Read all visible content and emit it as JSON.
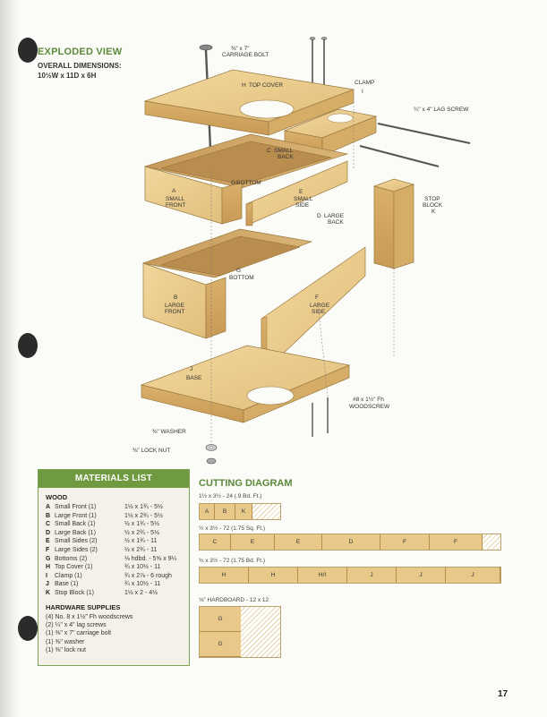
{
  "exploded_view": {
    "title": "EXPLODED VIEW",
    "overall_label": "OVERALL DIMENSIONS:",
    "overall_dims": "10½W x 11D x 6H"
  },
  "diagram_labels": {
    "carriage_bolt": "⅜\" x 7\"",
    "carriage_bolt2": "CARRIAGE BOLT",
    "top_cover": "TOP COVER",
    "top_cover_letter": "H",
    "clamp": "CLAMP",
    "clamp_letter": "I",
    "lag_screw": "¼\" x 4\" LAG SCREW",
    "small_back_letter": "C",
    "small_back": "SMALL",
    "small_back2": "BACK",
    "small_front_letter": "A",
    "small_front": "SMALL",
    "small_front2": "FRONT",
    "bottom_letter": "G",
    "bottom": "BOTTOM",
    "small_side_letter": "E",
    "small_side": "SMALL",
    "small_side2": "SIDE",
    "large_back_letter": "D",
    "large_back": "LARGE",
    "large_back2": "BACK",
    "stop_block": "STOP",
    "stop_block2": "BLOCK",
    "stop_block_letter": "K",
    "bottom2_letter": "G",
    "bottom2": "BOTTOM",
    "large_front_letter": "B",
    "large_front": "LARGE",
    "large_front2": "FRONT",
    "large_side_letter": "F",
    "large_side": "LARGE",
    "large_side2": "SIDE",
    "base_letter": "J",
    "base": "BASE",
    "woodscrew": "#8 x 1½\" Fh",
    "woodscrew2": "WOODSCREW",
    "washer": "⅜\" WASHER",
    "lock_nut": "⅜\" LOCK NUT"
  },
  "materials": {
    "title": "MATERIALS LIST",
    "wood_heading": "WOOD",
    "items": [
      {
        "key": "A",
        "name": "Small Front (1)",
        "dims": "1½ x 1¾ - 5½"
      },
      {
        "key": "B",
        "name": "Large Front (1)",
        "dims": "1½ x 2¾ - 5½"
      },
      {
        "key": "C",
        "name": "Small Back (1)",
        "dims": "½ x 1¾ - 5½"
      },
      {
        "key": "D",
        "name": "Large Back (1)",
        "dims": "½ x 2¾ - 5½"
      },
      {
        "key": "E",
        "name": "Small Sides (2)",
        "dims": "½ x 1¾ - 11"
      },
      {
        "key": "F",
        "name": "Large Sides (2)",
        "dims": "½ x 2¾ - 11"
      },
      {
        "key": "G",
        "name": "Bottoms (2)",
        "dims": "⅛ hdbd. - 5⅝ x 9¼"
      },
      {
        "key": "H",
        "name": "Top Cover (1)",
        "dims": "¾ x 10½ - 11"
      },
      {
        "key": "I",
        "name": "Clamp (1)",
        "dims": "¾ x 2⅞ - 6 rough"
      },
      {
        "key": "J",
        "name": "Base (1)",
        "dims": "¾ x 10½ - 11"
      },
      {
        "key": "K",
        "name": "Stop Block (1)",
        "dims": "1½ x 2 - 4½"
      }
    ],
    "hardware_heading": "HARDWARE SUPPLIES",
    "hardware": [
      "(4) No. 8 x 1½\" Fh woodscrews",
      "(2) ¼\" x 4\" lag screws",
      "(1) ⅜\" x 7\" carriage bolt",
      "(1) ⅜\" washer",
      "(1) ⅜\" lock nut"
    ]
  },
  "cutting": {
    "title": "CUTTING DIAGRAM",
    "board1_label": "1½ x 3½ - 24  (.9 Bd. Ft.)",
    "board1_parts": [
      "A",
      "B",
      "K"
    ],
    "board2_label": "½ x 3½ - 72  (1.75 Sq. Ft.)",
    "board2_parts": [
      "C",
      "E",
      "E",
      "D",
      "F",
      "F"
    ],
    "board3_label": "¾ x 3½ - 72  (1.75 Bd. Ft.)",
    "board3_parts": [
      "H",
      "H",
      "H/I",
      "J",
      "J",
      "J"
    ],
    "board4_label": "⅛\" HARDBOARD - 12 x 12",
    "board4_parts": [
      "G",
      "G"
    ]
  },
  "page_number": "17"
}
